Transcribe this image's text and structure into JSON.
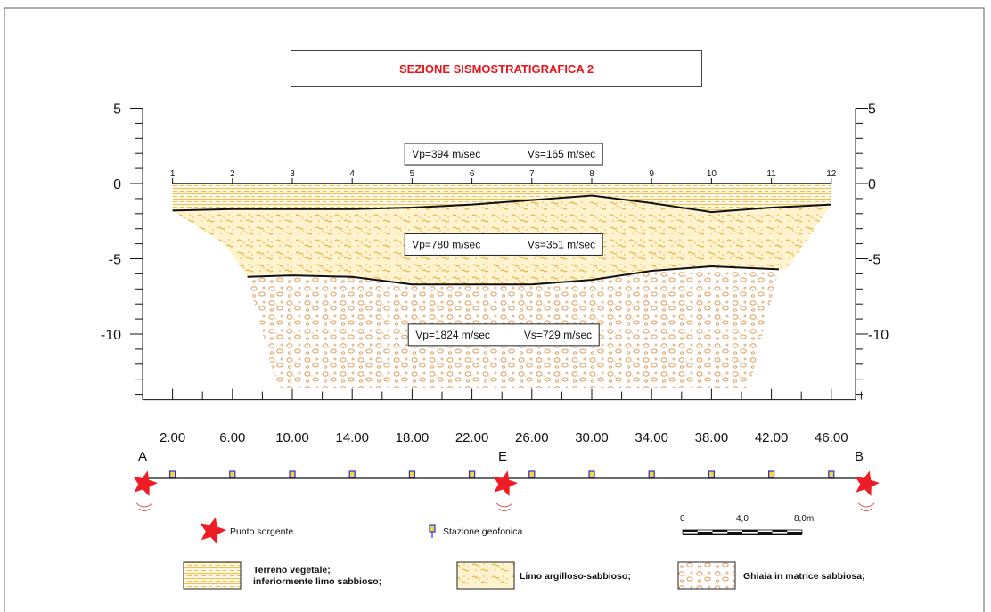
{
  "title": "SEZIONE SISMOSTRATIGRAFICA 2",
  "depth_axis": {
    "ticks": [
      "5",
      "0",
      "-5",
      "-10"
    ],
    "range": [
      -14,
      5
    ]
  },
  "distance_axis": {
    "ticks": [
      "2.00",
      "6.00",
      "10.00",
      "14.00",
      "18.00",
      "22.00",
      "26.00",
      "30.00",
      "34.00",
      "38.00",
      "42.00",
      "46.00"
    ]
  },
  "geophones": [
    "1",
    "2",
    "3",
    "4",
    "5",
    "6",
    "7",
    "8",
    "9",
    "10",
    "11",
    "12"
  ],
  "layers": [
    {
      "vp": "Vp=394  m/sec",
      "vs": "Vs=165  m/sec"
    },
    {
      "vp": "Vp=780  m/sec",
      "vs": "Vs=351  m/sec"
    },
    {
      "vp": "Vp=1824 m/sec",
      "vs": "Vs=729  m/sec"
    }
  ],
  "interfaces": [
    {
      "x": [
        2,
        6,
        10,
        14,
        18,
        22,
        26,
        30,
        34,
        38,
        42,
        46
      ],
      "depth": [
        -1.8,
        -1.7,
        -1.7,
        -1.7,
        -1.6,
        -1.4,
        -1.1,
        -0.8,
        -1.3,
        -1.9,
        -1.6,
        -1.4
      ]
    },
    {
      "x": [
        7,
        10,
        14,
        18,
        22,
        26,
        30,
        34,
        38,
        42.5
      ],
      "depth": [
        -6.2,
        -6.1,
        -6.2,
        -6.7,
        -6.7,
        -6.7,
        -6.4,
        -5.8,
        -5.5,
        -5.7
      ]
    }
  ],
  "shot_points": [
    "A",
    "E",
    "B"
  ],
  "legend": {
    "source": "Punto sorgente",
    "station": "Stazione geofonica",
    "scale": [
      "0",
      "4,0",
      "8,0m"
    ],
    "soil1": [
      "Terreno vegetale;",
      "inferiormente limo sabbioso;"
    ],
    "soil2": "Limo argilloso-sabbioso;",
    "soil3": "Ghiaia in matrice sabbiosa;"
  },
  "colors": {
    "title": "#e8141b",
    "fill": "#f5c24a",
    "gravel": "#e0a060",
    "star": "#ee1c24",
    "station": "#2b2fd6"
  }
}
